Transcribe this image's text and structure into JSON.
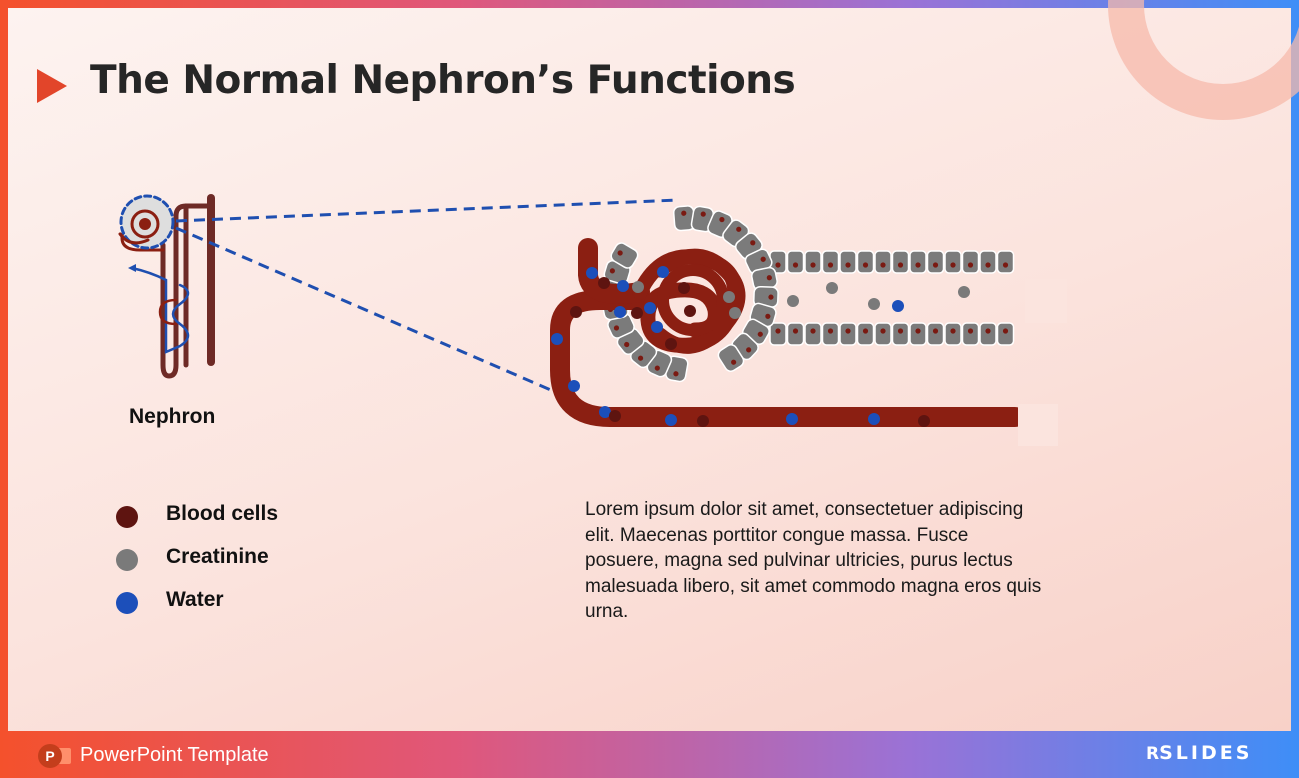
{
  "title": "The Normal Nephron’s Functions",
  "nephron_label": "Nephron",
  "legend": [
    {
      "label": "Blood cells",
      "color": "#5e1410"
    },
    {
      "label": "Creatinine",
      "color": "#7a7a7a"
    },
    {
      "label": "Water",
      "color": "#1c4fba"
    }
  ],
  "body_text": "Lorem ipsum dolor sit amet, consectetuer adipiscing elit. Maecenas porttitor congue massa. Fusce posuere, magna sed pulvinar ultricies, purus lectus malesuada libero, sit amet commodo magna eros quis urna.",
  "footer": {
    "template_label": "PowerPoint Template",
    "logo_letter": "P",
    "brand_rx": "R",
    "brand_rest": "SLIDES"
  },
  "colors": {
    "vessel": "#8b1f12",
    "cell": "#7b7b7b",
    "accent": "#e2452a",
    "dashed": "#1f4fb0"
  }
}
